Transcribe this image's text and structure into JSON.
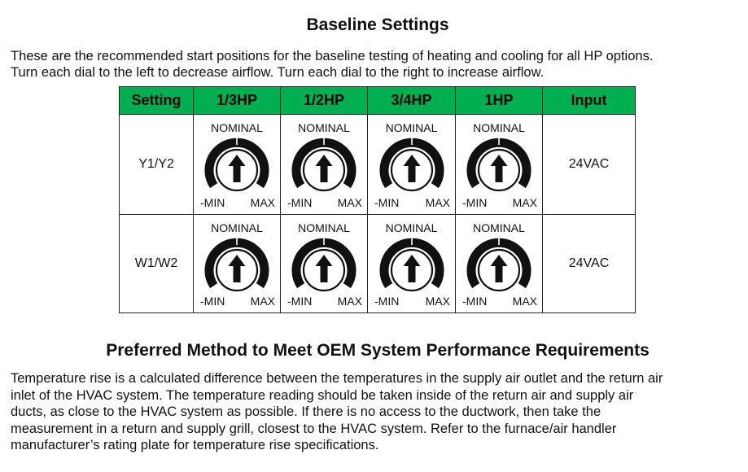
{
  "section1": {
    "title": "Baseline Settings",
    "intro_lines": [
      "These are the recommended start positions for the baseline testing of heating and cooling for all HP options.",
      "Turn each dial to the left to decrease airflow. Turn each dial to the right to increase airflow."
    ]
  },
  "table": {
    "headers": [
      "Setting",
      "1/3HP",
      "1/2HP",
      "3/4HP",
      "1HP",
      "Input"
    ],
    "header_color": "#00b050",
    "rows": [
      {
        "setting": "Y1/Y2",
        "dials": [
          {
            "top": "NOMINAL",
            "min": "-MIN",
            "max": "MAX",
            "icon": "arrow-up-icon"
          },
          {
            "top": "NOMINAL",
            "min": "-MIN",
            "max": "MAX",
            "icon": "arrow-up-icon"
          },
          {
            "top": "NOMINAL",
            "min": "-MIN",
            "max": "MAX",
            "icon": "arrow-up-icon"
          },
          {
            "top": "NOMINAL",
            "min": "-MIN",
            "max": "MAX",
            "icon": "arrow-up-icon"
          }
        ],
        "input": "24VAC"
      },
      {
        "setting": "W1/W2",
        "dials": [
          {
            "top": "NOMINAL",
            "min": "-MIN",
            "max": "MAX",
            "icon": "arrow-up-icon"
          },
          {
            "top": "NOMINAL",
            "min": "-MIN",
            "max": "MAX",
            "icon": "arrow-up-icon"
          },
          {
            "top": "NOMINAL",
            "min": "-MIN",
            "max": "MAX",
            "icon": "arrow-up-icon"
          },
          {
            "top": "NOMINAL",
            "min": "-MIN",
            "max": "MAX",
            "icon": "arrow-up-icon"
          }
        ],
        "input": "24VAC"
      }
    ]
  },
  "section2": {
    "title": "Preferred Method to Meet OEM System Performance Requirements",
    "body_lines": [
      "Temperature rise is a calculated difference between the temperatures in the supply air outlet and the return air",
      "inlet of the HVAC system. The temperature reading should be taken inside of the return air and supply air",
      "ducts, as close to the HVAC system as possible. If there is no access to the ductwork, then take the",
      "measurement in a return and supply grill, closest to the HVAC system. Refer to the furnace/air handler",
      "manufacturer’s rating plate for temperature rise specifications."
    ]
  }
}
